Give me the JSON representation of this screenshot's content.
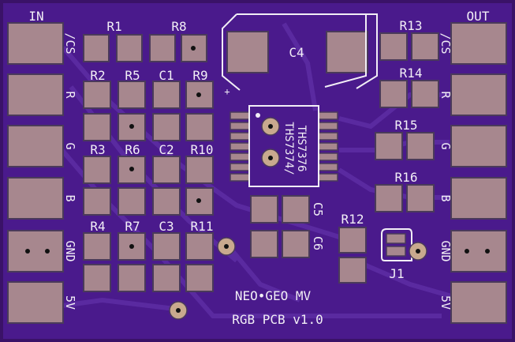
{
  "board": {
    "title": "NEO•GEO MV",
    "subtitle": "RGB PCB v1.0",
    "colors": {
      "substrate": "#4a1a8c",
      "copper_trace": "#5a2aa0",
      "pad": "#a7878e",
      "pad_outline": "#4a3a5a",
      "silkscreen": "#f2eef6",
      "via": "#c9a98e"
    }
  },
  "labels": {
    "in": "IN",
    "out": "OUT",
    "r1": "R1",
    "r8": "R8",
    "c4": "C4",
    "r13": "R13",
    "r14": "R14",
    "r15": "R15",
    "r16": "R16",
    "r2": "R2",
    "r5": "R5",
    "c1": "C1",
    "r9": "R9",
    "r3": "R3",
    "r6": "R6",
    "c2": "C2",
    "r10": "R10",
    "r4": "R4",
    "r7": "R7",
    "c3": "C3",
    "r11": "R11",
    "r12": "R12",
    "c5": "C5",
    "c6": "C6",
    "j1": "J1",
    "ic_line1": "THS7374/",
    "ic_line2": "THS7376",
    "plus": "+"
  },
  "pins_left": [
    "/CS",
    "R",
    "G",
    "B",
    "GND",
    "5V"
  ],
  "pins_right": [
    "/CS",
    "R",
    "G",
    "B",
    "GND",
    "5V"
  ]
}
